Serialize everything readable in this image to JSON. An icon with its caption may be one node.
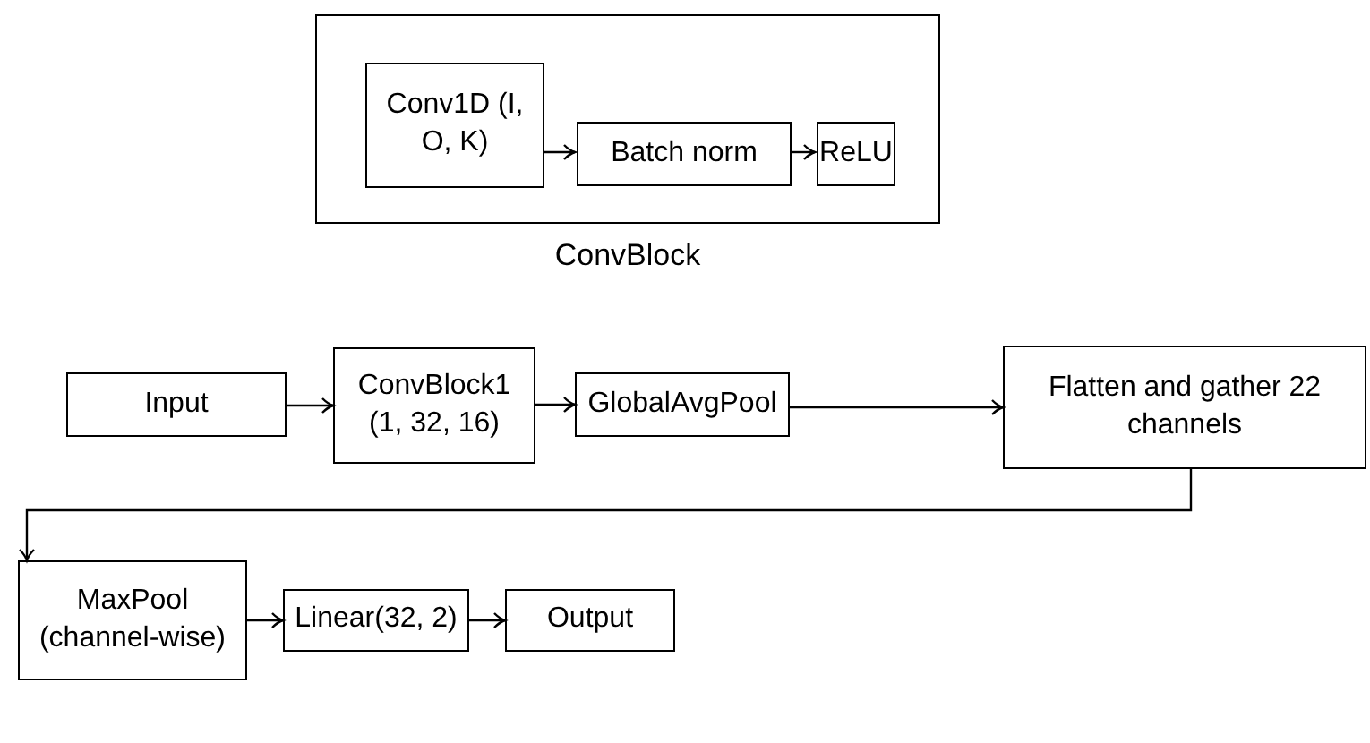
{
  "diagram": {
    "nodes": [
      {
        "text": [
          "ConvBlock"
        ]
      },
      {
        "text": [
          "Conv1D (I, O, K)"
        ],
        "in": 0
      },
      {
        "text": [
          "Batch norm"
        ],
        "in": 0
      },
      {
        "text": [
          "ReLU"
        ],
        "in": 0
      },
      {
        "text": [
          "Input"
        ]
      },
      {
        "text": [
          "ConvBlock1 (1, 32, 16)"
        ]
      },
      {
        "text": [
          "GlobalAvgPool"
        ]
      },
      {
        "text": [
          "Flatten and gather 22 channels"
        ]
      },
      {
        "text": [
          "MaxPool (channel-wise)"
        ]
      },
      {
        "text": [
          "Linear(32, 2)"
        ]
      },
      {
        "text": [
          "Output"
        ]
      }
    ],
    "edges": [
      {
        "from": 1,
        "to": 2,
        "arrow": "to"
      },
      {
        "from": 2,
        "to": 3,
        "arrow": "to"
      },
      {
        "from": 4,
        "to": 5,
        "arrow": "to"
      },
      {
        "from": 5,
        "to": 6,
        "arrow": "to"
      },
      {
        "from": 6,
        "to": 7,
        "arrow": "to"
      },
      {
        "from": 7,
        "to": 8,
        "arrow": "to"
      },
      {
        "from": 8,
        "to": 9,
        "arrow": "to"
      },
      {
        "from": 9,
        "to": 10,
        "arrow": "to"
      }
    ]
  }
}
